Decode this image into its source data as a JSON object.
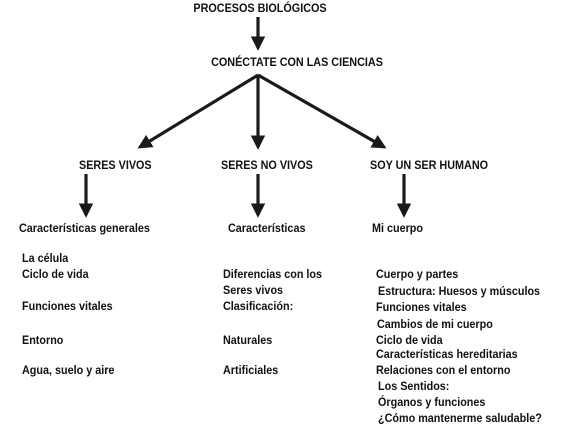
{
  "title": "PROCESOS BIOLÓGICOS",
  "subtitle": "CONÉCTATE CON LAS CIENCIAS",
  "branches": [
    {
      "heading": "SERES  VIVOS",
      "subheading": "Características generales",
      "items": [
        "La célula",
        "Ciclo  de  vida",
        "Funciones vitales",
        "Entorno",
        "Agua, suelo y aire"
      ]
    },
    {
      "heading": "SERES NO VIVOS",
      "subheading": "Características",
      "items": [
        "Diferencias con los",
        "Seres vivos",
        "Clasificación:",
        "Naturales",
        "Artificiales"
      ]
    },
    {
      "heading": "SOY  UN  SER  HUMANO",
      "subheading": "Mi  cuerpo",
      "items": [
        "Cuerpo y partes",
        "Estructura: Huesos y músculos",
        "Funciones vitales",
        "Cambios de mi cuerpo",
        "Ciclo de vida",
        "Características hereditarias",
        "Relaciones con el entorno",
        "Los Sentidos:",
        "Órganos y funciones",
        "¿Cómo mantenerme saludable?"
      ]
    }
  ],
  "colors": {
    "text": "#111111",
    "arrow": "#1a1a1a",
    "background": "#ffffff"
  }
}
